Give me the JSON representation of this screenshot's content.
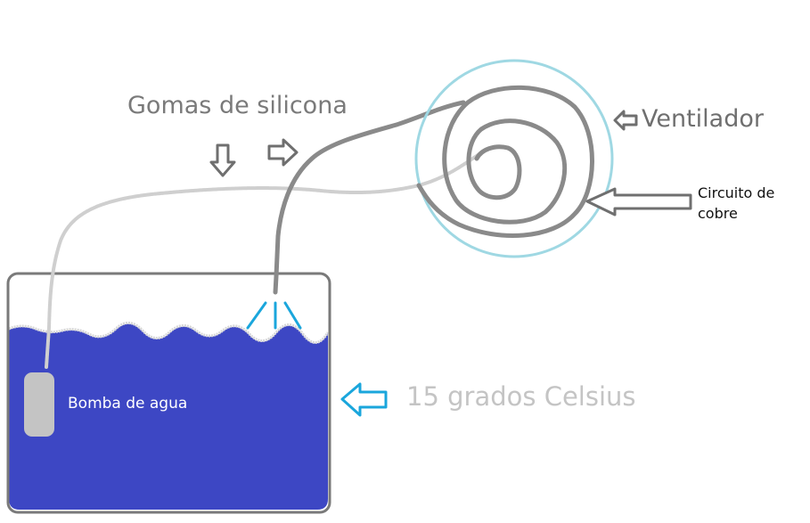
{
  "labels": {
    "tubes": "Gomas de silicona",
    "fan": "Ventilador",
    "coil": "Circuito de cobre",
    "pump": "Bomba de agua",
    "temperature": "15 grados Celsius"
  },
  "colors": {
    "water": "#3d47c4",
    "tank_border": "#7a7a7a",
    "fan_ring": "#9fd8e3",
    "coil": "#8a8a8a",
    "tube_light": "#cfcfcf",
    "tube_dark": "#8a8a8a",
    "spray": "#1aa6dc",
    "pump": "#c4c4c4",
    "arrow_gray": "#6f6f6f",
    "arrow_blue": "#1aa6dc"
  },
  "icons": {
    "down_arrow": "down-arrow-icon",
    "right_arrow": "right-arrow-icon",
    "left_arrow": "left-arrow-icon",
    "fan": "fan-ring-icon",
    "coil": "coil-spiral-icon",
    "pump": "pump-icon",
    "spray": "spray-icon"
  }
}
